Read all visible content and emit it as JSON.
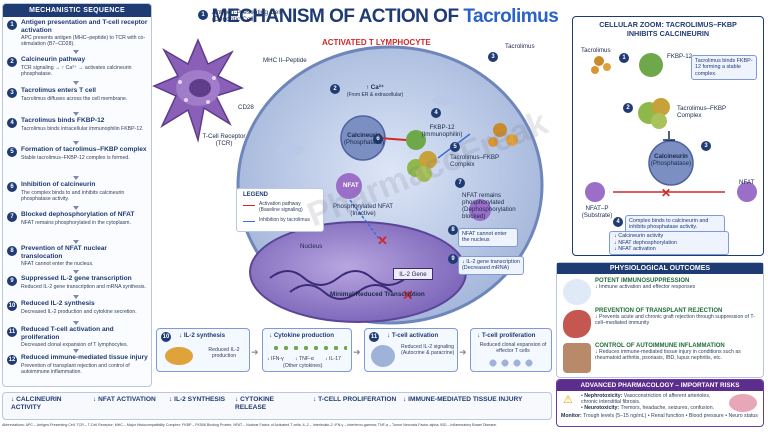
{
  "header": {
    "title_main": "MECHANISM OF ACTION OF ",
    "title_drug": "Tacrolimus"
  },
  "sequence": {
    "heading": "MECHANISTIC SEQUENCE",
    "steps": [
      {
        "n": "1",
        "title": "Antigen presentation and T-cell receptor activation",
        "desc": "APC presents antigen (MHC–peptide) to TCR with co-stimulation (B7–CD28)."
      },
      {
        "n": "2",
        "title": "Calcineurin pathway",
        "desc": "TCR signaling → ↑ Ca²⁺ → activates calcineurin phosphatase."
      },
      {
        "n": "3",
        "title": "Tacrolimus enters T cell",
        "desc": "Tacrolimus diffuses across the cell membrane."
      },
      {
        "n": "4",
        "title": "Tacrolimus binds FKBP-12",
        "desc": "Tacrolimus binds intracellular immunophilin FKBP-12."
      },
      {
        "n": "5",
        "title": "Formation of tacrolimus–FKBP complex",
        "desc": "Stable tacrolimus–FKBP-12 complex is formed."
      },
      {
        "n": "6",
        "title": "Inhibition of calcineurin",
        "desc": "The complex binds to and inhibits calcineurin phosphatase activity."
      },
      {
        "n": "7",
        "title": "Blocked dephosphorylation of NFAT",
        "desc": "NFAT remains phosphorylated in the cytoplasm."
      },
      {
        "n": "8",
        "title": "Prevention of NFAT nuclear translocation",
        "desc": "NFAT cannot enter the nucleus."
      },
      {
        "n": "9",
        "title": "Suppressed IL-2 gene transcription",
        "desc": "Reduced IL-2 gene transcription and mRNA synthesis."
      },
      {
        "n": "10",
        "title": "Reduced IL-2 synthesis",
        "desc": "Decreased IL-2 production and cytokine secretion."
      },
      {
        "n": "11",
        "title": "Reduced T-cell activation and proliferation",
        "desc": "Decreased clonal expansion of T lymphocytes."
      },
      {
        "n": "12",
        "title": "Reduced immune-mediated tissue injury",
        "desc": "Prevention of transplant rejection and control of autoimmune inflammation."
      }
    ]
  },
  "cell": {
    "apc": "Antigen-Presenting Cell",
    "apc_sub": "(Dendritic Cell)",
    "mhc": "MHC II–Peptide",
    "cd28": "CD28",
    "tcr": "T-Cell Receptor",
    "tcr_sub": "(TCR)",
    "activated": "ACTIVATED T LYMPHOCYTE",
    "ca": "↑ Ca²⁺",
    "ca_sub": "(From ER & extracellular)",
    "tacrolimus": "Tacrolimus",
    "fkbp": "FKBP-12",
    "fkbp_sub": "(Immunophilin)",
    "complex": "Tacrolimus–FKBP Complex",
    "calcineurin": "Calcineurin",
    "calcineurin_sub": "(Phosphatase)",
    "nfat": "NFAT",
    "pnfat": "Phosphorylated NFAT",
    "pnfat_sub": "(Inactive)",
    "nfat_remains": "NFAT remains phosphorylated (Dephosphorylation blocked)",
    "nucleus": "Nucleus",
    "il2gene": "IL-2 Gene",
    "minimal": "Minimal/Reduced Transcription",
    "note8": "NFAT cannot enter the nucleus",
    "note9": "↓ IL-2 gene transcription (Decreased mRNA)",
    "legend_h": "LEGEND",
    "legend_a": "Activation pathway (Baseline signaling)",
    "legend_i": "Inhibition by tacrolimus",
    "p": "P"
  },
  "zoom": {
    "heading": "CELLULAR ZOOM: TACROLIMUS–FKBP INHIBITS CALCINEURIN",
    "tacrolimus": "Tacrolimus",
    "fkbp": "FKBP-12",
    "note1": "Tacrolimus binds FKBP-12 forming a stable complex.",
    "complex": "Tacrolimus–FKBP Complex",
    "calcineurin": "Calcineurin",
    "calcineurin_sub": "(Phosphatase)",
    "nfatp": "NFAT–P",
    "nfatp_sub": "(Substrate)",
    "nfat": "NFAT",
    "note4": "Complex binds to calcineurin and inhibits phosphatase activity.",
    "r1": "Calcineurin activity",
    "r2": "NFAT dephosphorylation",
    "r3": "NFAT activation"
  },
  "outcomes": {
    "heading": "PHYSIOLOGICAL OUTCOMES",
    "items": [
      {
        "title": "POTENT IMMUNOSUPPRESSION",
        "desc": "↓ Immune activation and effector responses"
      },
      {
        "title": "PREVENTION OF TRANSPLANT REJECTION",
        "desc": "↓ Prevents acute and chronic graft rejection through suppression of T-cell–mediated immunity"
      },
      {
        "title": "CONTROL OF AUTOIMMUNE INFLAMMATION",
        "desc": "↓ Reduces immune-mediated tissue injury in conditions such as rheumatoid arthritis, psoriasis, IBD, lupus nephritis, etc."
      }
    ]
  },
  "risks": {
    "heading": "ADVANCED PHARMACOLOGY – IMPORTANT RISKS",
    "r1_b": "Nephrotoxicity:",
    "r1": " Vasoconstriction of afferent arterioles, chronic interstitial fibrosis.",
    "r2_b": "Neurotoxicity:",
    "r2": " Tremors, headache, seizures, confusion.",
    "r3_b": "Monitor:",
    "r3": " Trough levels (5–15 ng/mL) • Renal function • Blood pressure • Neuro status"
  },
  "flow": {
    "b10_t": "↓ IL-2 synthesis",
    "b10_d": "Reduced IL-2 production",
    "b10_n": "10",
    "bc_t": "↓ Cytokine production",
    "bc_d1": "↓ IFN-γ",
    "bc_d2": "↓ TNF-α",
    "bc_d3": "↓ IL-17",
    "bc_d4": "(Other cytokines)",
    "b11_t": "↓ T-cell activation",
    "b11_d": "Reduced IL-2 signaling (Autocrine & paracrine)",
    "b11_n": "11",
    "bp_t": "↓ T-cell proliferation",
    "bp_d": "Reduced clonal expansion of effector T cells"
  },
  "summary": [
    "↓ CALCINEURIN ACTIVITY",
    "↓ NFAT ACTIVATION",
    "↓ IL-2 SYNTHESIS",
    "↓ CYTOKINE RELEASE",
    "↓ T-CELL PROLIFERATION",
    "↓ IMMUNE-MEDIATED TISSUE INJURY"
  ],
  "abbreviations": "Abbreviations: APC – Antigen-Presenting Cell; TCR – T-Cell Receptor; MHC – Major Histocompatibility Complex; FKBP – FK506 Binding Protein; NFAT – Nuclear Factor of Activated T cells; IL-2 – Interleukin-2; IFN-γ – Interferon-gamma; TNF-α – Tumor Necrosis Factor-alpha; IBD – Inflammatory Bowel Disease.",
  "watermark": "PharmacoFreak",
  "colors": {
    "navy": "#1f3b73",
    "accent": "#2a62c9",
    "red": "#d0292b",
    "green": "#1f6d3a",
    "purple": "#5b2d8c"
  }
}
